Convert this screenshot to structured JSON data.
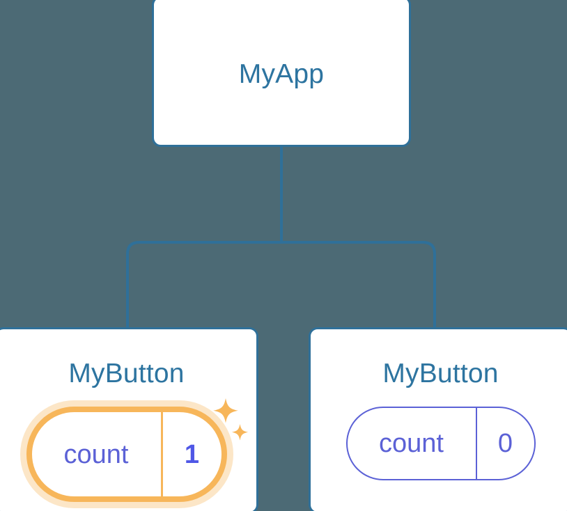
{
  "diagram": {
    "type": "component-tree",
    "background_color": "#4c6a75",
    "accent_colors": {
      "card_border": "#2f7099",
      "title_text": "#2d74a0",
      "state_text": "#5b61d6",
      "highlight": "#f7b65a",
      "highlight_value_text": "#4f57e6",
      "card_fill": "#ffffff"
    },
    "root": {
      "title": "MyApp"
    },
    "children": [
      {
        "title": "MyButton",
        "state_key": "count",
        "state_value": "1",
        "highlighted": true,
        "sparkle_icons": [
          "sparkle-large-icon",
          "sparkle-small-icon"
        ]
      },
      {
        "title": "MyButton",
        "state_key": "count",
        "state_value": "0",
        "highlighted": false,
        "sparkle_icons": []
      }
    ]
  }
}
